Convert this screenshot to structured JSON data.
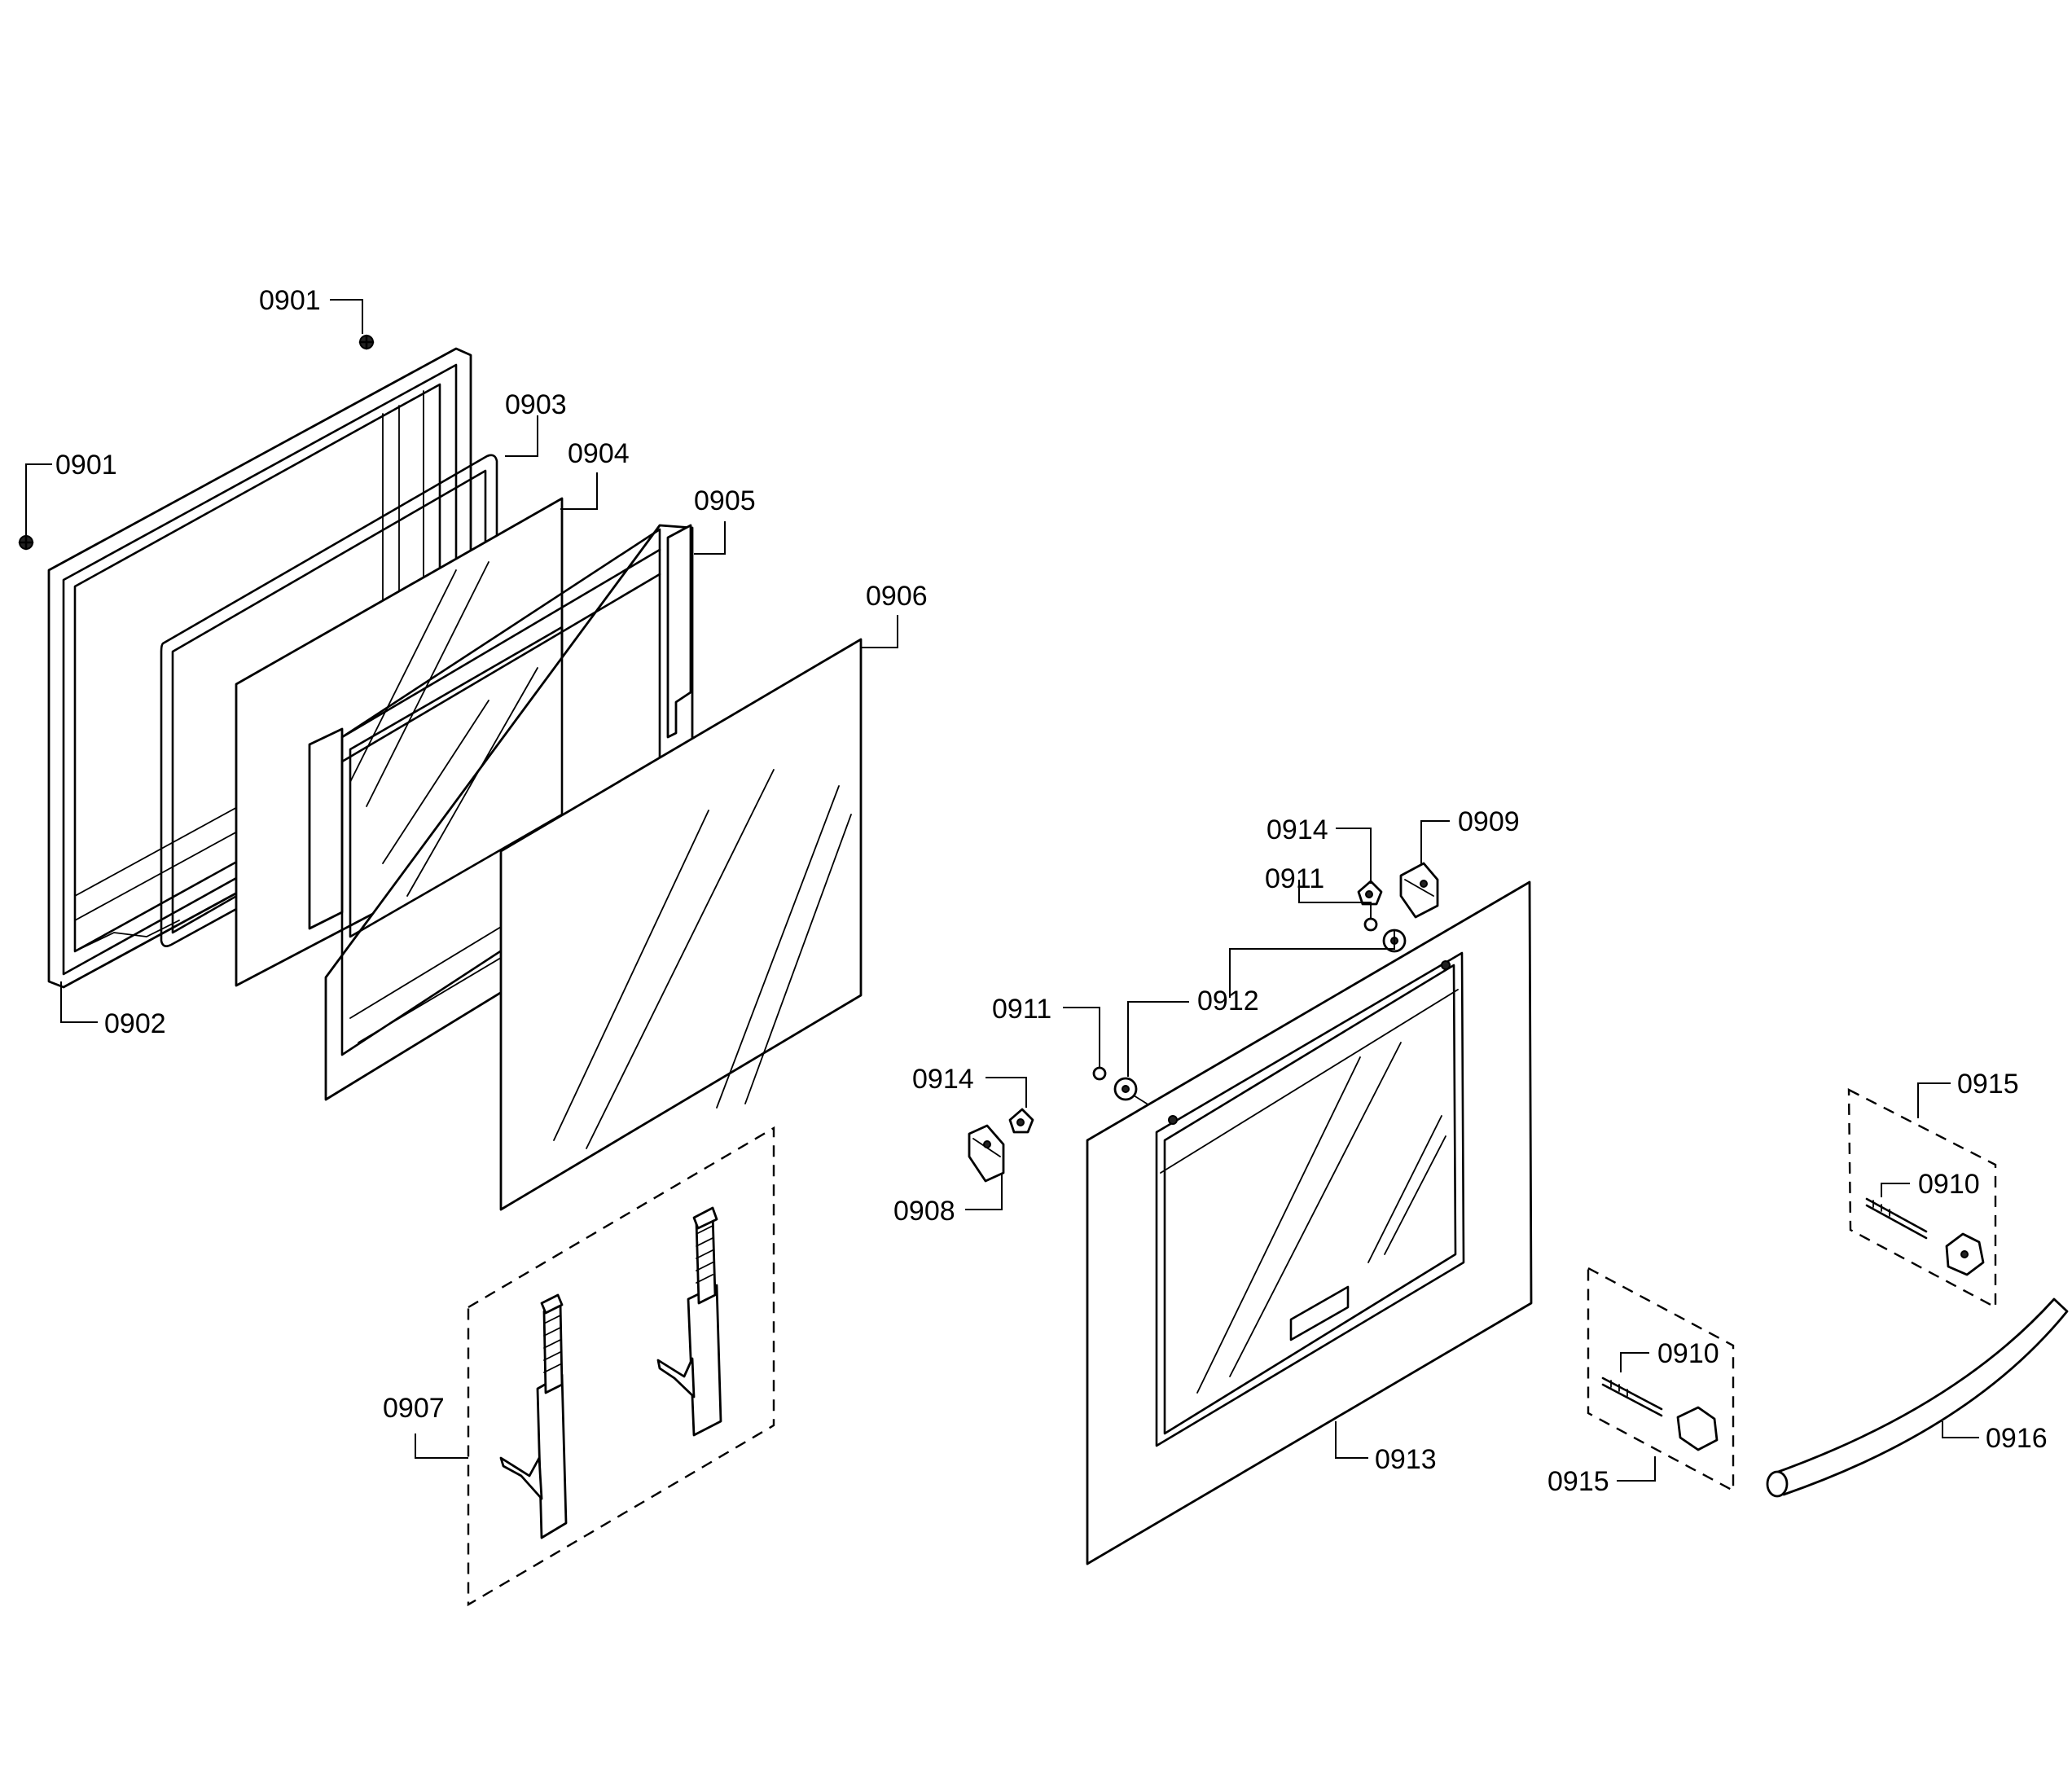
{
  "callouts": {
    "c0901a": "0901",
    "c0901b": "0901",
    "c0902": "0902",
    "c0903": "0903",
    "c0904": "0904",
    "c0905": "0905",
    "c0906": "0906",
    "c0907": "0907",
    "c0908": "0908",
    "c0909": "0909",
    "c0910a": "0910",
    "c0910b": "0910",
    "c0911a": "0911",
    "c0911b": "0911",
    "c0912": "0912",
    "c0913": "0913",
    "c0914a": "0914",
    "c0914b": "0914",
    "c0915a": "0915",
    "c0915b": "0915",
    "c0916": "0916"
  }
}
